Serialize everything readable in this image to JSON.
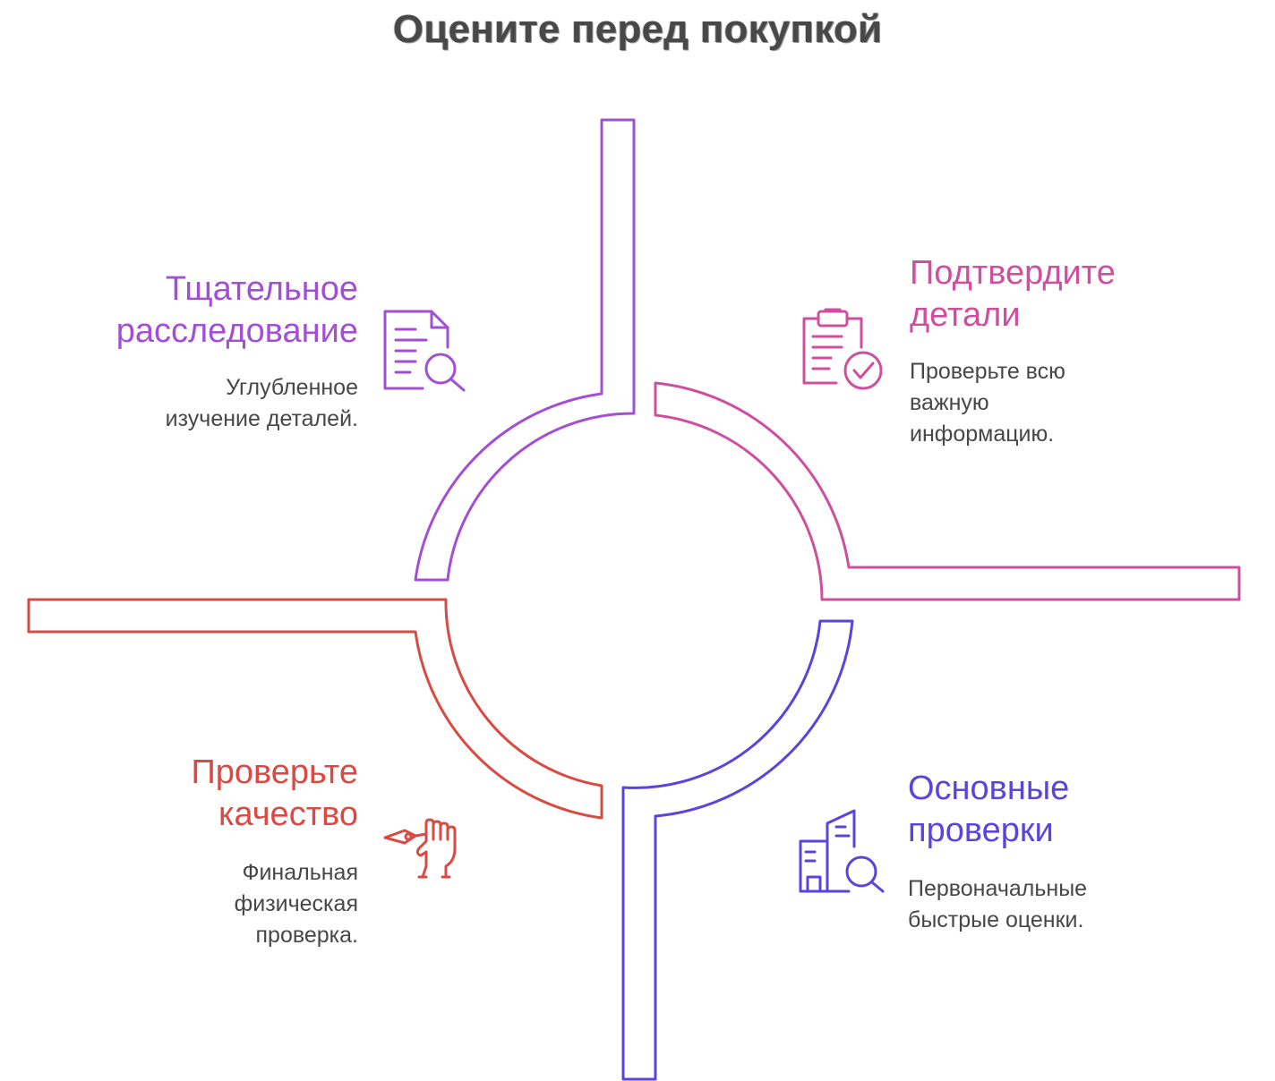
{
  "title": "Оцените перед покупкой",
  "colors": {
    "purple": "#a24fd6",
    "pink": "#cf4f9e",
    "blue": "#5a44dc",
    "red": "#d94a43"
  },
  "sections": {
    "investigation": {
      "heading": [
        "Тщательное",
        "расследование"
      ],
      "description": [
        "Углубленное",
        "изучение деталей."
      ],
      "icon": "document-search-icon"
    },
    "confirm": {
      "heading": [
        "Подтвердите",
        "детали"
      ],
      "description": [
        "Проверьте всю",
        "важную",
        "информацию."
      ],
      "icon": "clipboard-check-icon"
    },
    "basic": {
      "heading": [
        "Основные",
        "проверки"
      ],
      "description": [
        "Первоначальные",
        "быстрые оценки."
      ],
      "icon": "building-search-icon"
    },
    "quality": {
      "heading": [
        "Проверьте",
        "качество"
      ],
      "description": [
        "Финальная",
        "физическая",
        "проверка."
      ],
      "icon": "hand-inspect-icon"
    }
  }
}
